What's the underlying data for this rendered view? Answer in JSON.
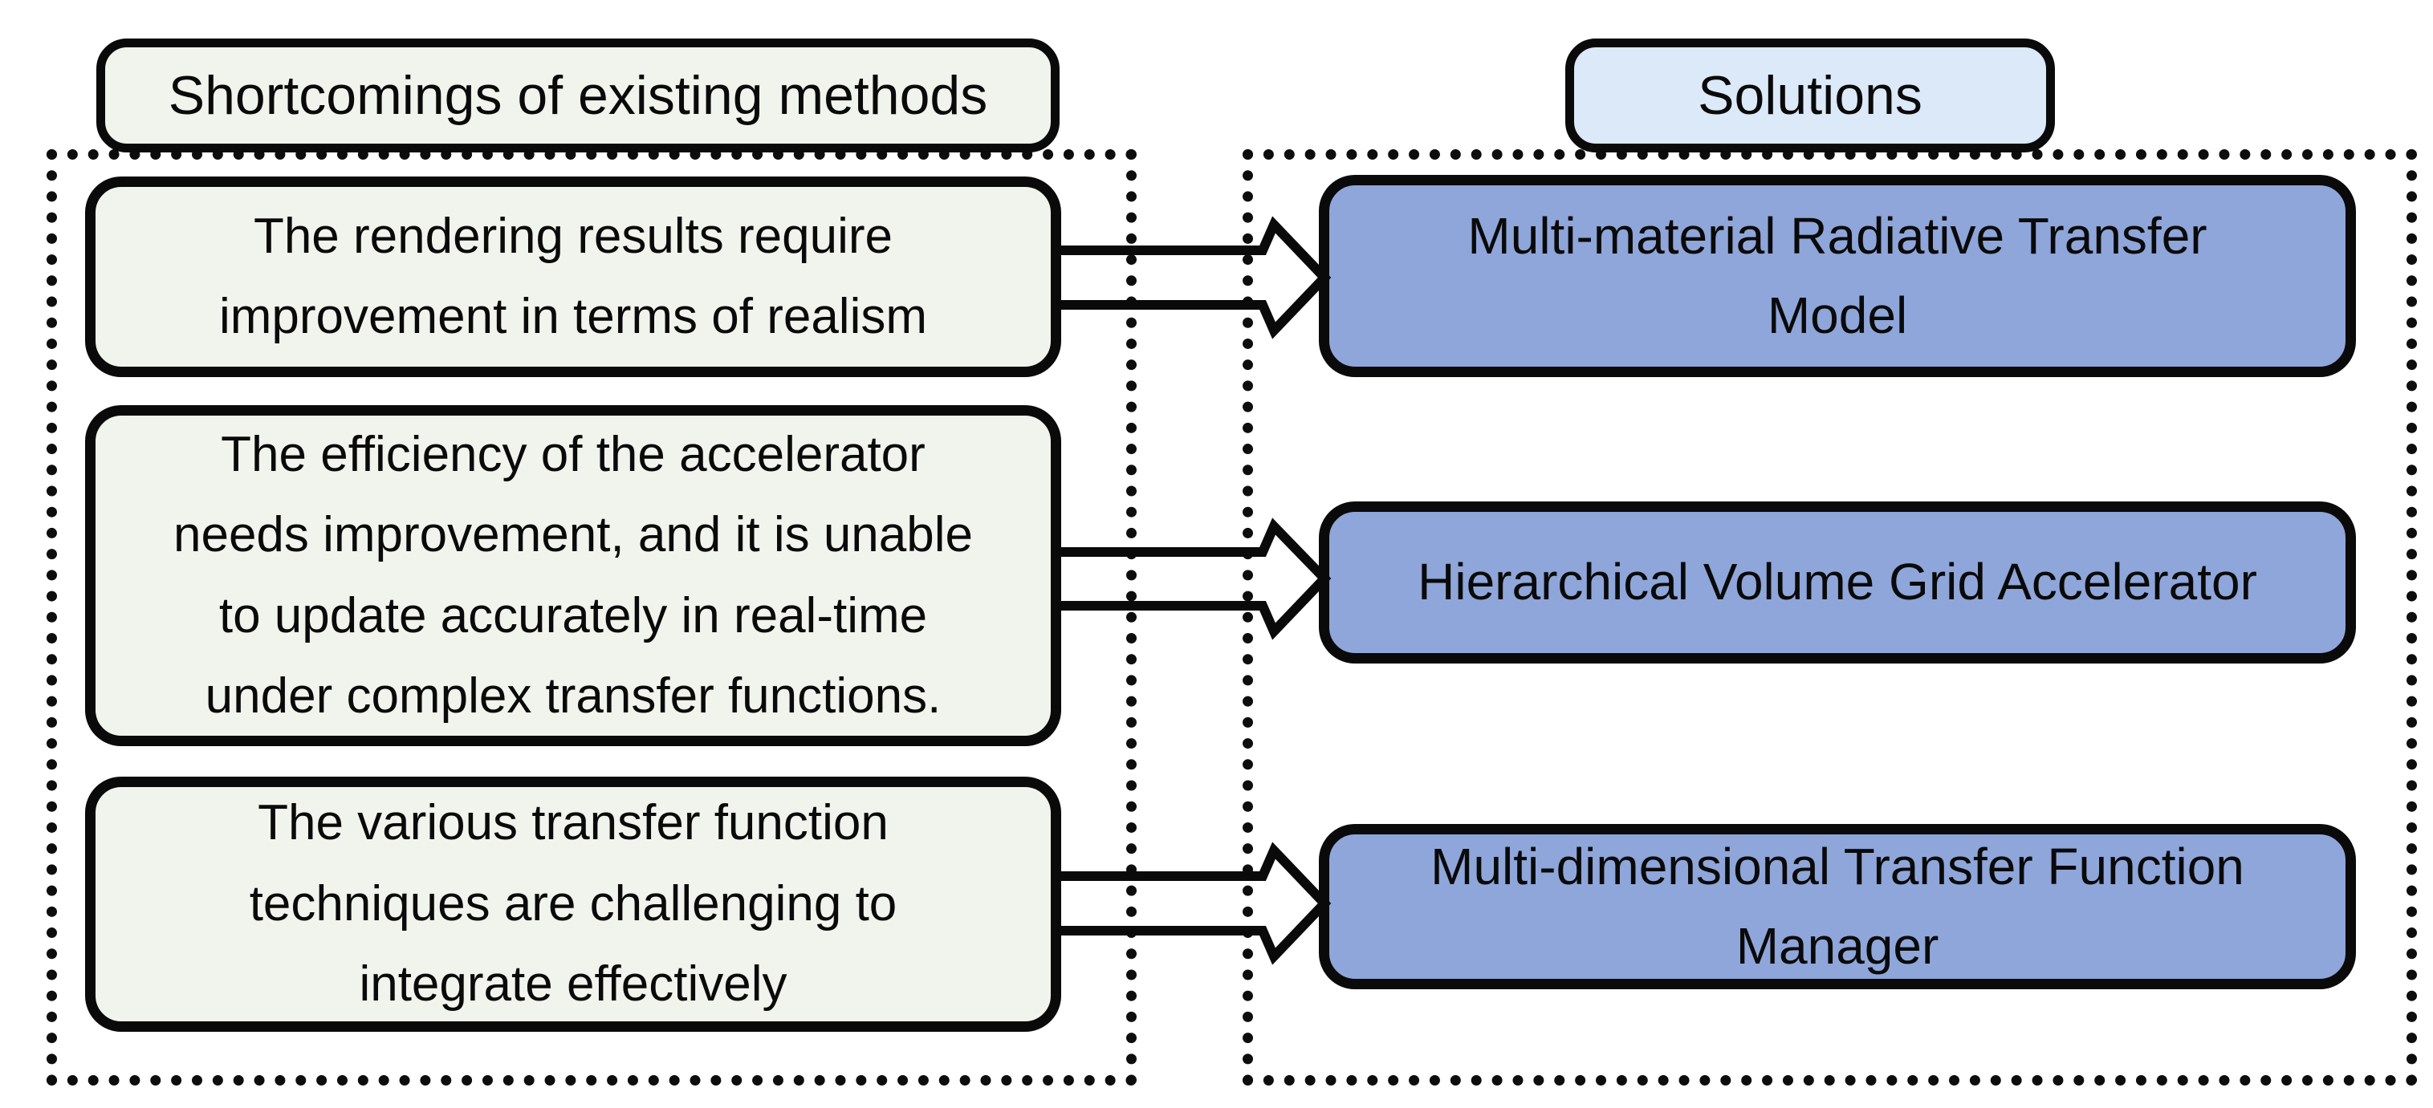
{
  "figure": {
    "left_group": {
      "header": "Shortcomings of existing methods",
      "items": [
        "The rendering results require\nimprovement in terms of realism",
        "The efficiency of the accelerator\nneeds improvement, and it is unable\nto update accurately in real-time\nunder complex transfer functions.",
        "The various transfer function\ntechniques are challenging to\nintegrate effectively"
      ]
    },
    "right_group": {
      "header": "Solutions",
      "items": [
        "Multi-material Radiative Transfer\nModel",
        "Hierarchical Volume Grid Accelerator",
        "Multi-dimensional Transfer Function\nManager"
      ]
    },
    "arrows": [
      {
        "from": "shortcoming-1",
        "to": "solution-1"
      },
      {
        "from": "shortcoming-2",
        "to": "solution-2"
      },
      {
        "from": "shortcoming-3",
        "to": "solution-3"
      }
    ],
    "colors": {
      "shortcoming_fill": "#f1f4ec",
      "solution_fill": "#8fa6da",
      "solutions_header_fill": "#dce9f8",
      "outline": "#0a0a0a"
    }
  }
}
